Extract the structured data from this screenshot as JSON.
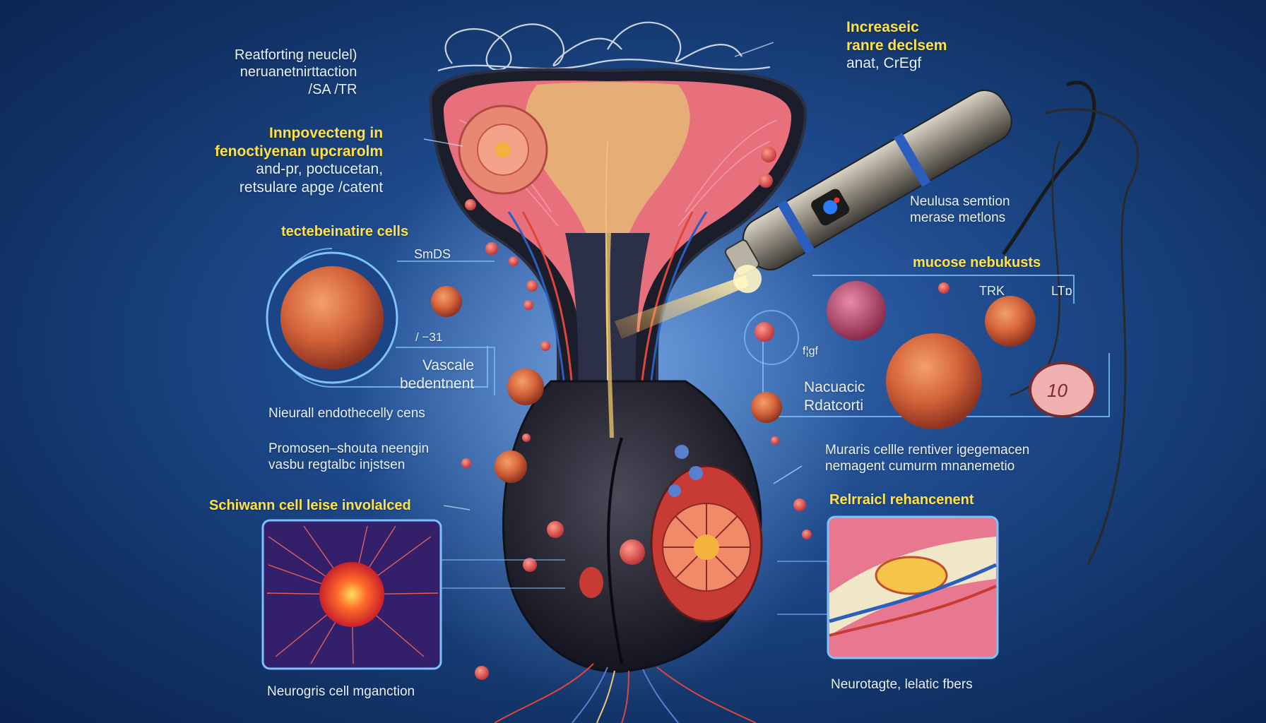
{
  "colors": {
    "background": "#1e4a8c",
    "accent_yellow": "#ffe14a",
    "tissue_pink": "#e8707c",
    "vessel_red": "#e0453c",
    "vessel_blue": "#2a5fc0",
    "cell_orange": "#e36a3a",
    "label_white": "#e8f1ff",
    "glow": "#ffd36b"
  },
  "icons": [
    "laser-probe-icon",
    "cell-icon",
    "neuron-icon"
  ],
  "labels": {
    "top_left_1": "Reatforting neuclel)",
    "top_left_2": "neruanetnirttaction",
    "top_left_3": "/SA /TR",
    "top_right_1": "Increaseic",
    "top_right_2": "ranre declsem",
    "top_right_3": "anat, CrEgf",
    "mid_left_heading_1": "Innpovecteng in",
    "mid_left_heading_2": "fenoctiyenan upcrarolm",
    "mid_left_sub_1": "and-pr, poctucetan,",
    "mid_left_sub_2": "retsulare apge /catent",
    "cells_heading": "tectebeinatire cells",
    "smds": "SmDS",
    "num_31": "/ −31",
    "vascale_1": "Vascale",
    "vascale_2": "bedentnent",
    "neural_endo": "Nieurall endothecelly cens",
    "promosen_1": "Promosen–shouta neengin",
    "promosen_2": "vasbu regtalbc injstsen",
    "schwann": "Schiwann cell leise involalced",
    "neurogris": "Neurogris cell mganction",
    "neulusa_1": "Neulusa semtion",
    "neulusa_2": "merase metlons",
    "mucose": "mucose nebukusts",
    "trk": "TRK",
    "ltd": "LTɒ",
    "fgf": "f¦gf",
    "nacuacic_1": "Nacuacic",
    "nacuacic_2": "Rdatcorti",
    "muraris_1": "Muraris cellle rentiver igegemacen",
    "muraris_2": "nemagent cumurm mnanemetio",
    "relraicl": "Relrraicl rehancenent",
    "neurotagte": "Neurotagte, lelatic fbers",
    "ten": "10"
  }
}
